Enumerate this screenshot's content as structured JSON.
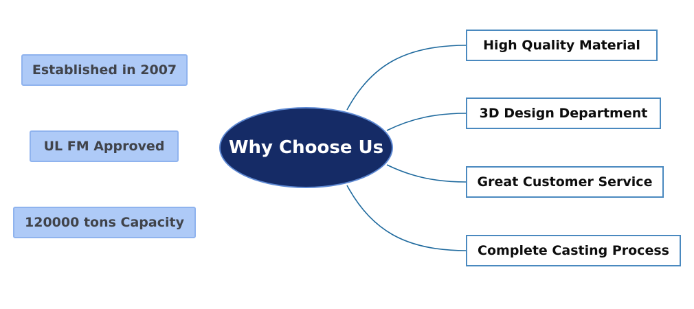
{
  "center": {
    "label": "Why Choose Us",
    "fill": "#152b66",
    "border": "#5d88d2"
  },
  "left_items": [
    {
      "label": "Established in 2007"
    },
    {
      "label": "UL FM Approved"
    },
    {
      "label": "120000 tons Capacity"
    }
  ],
  "right_items": [
    {
      "label": "High Quality Material"
    },
    {
      "label": "3D Design Department"
    },
    {
      "label": "Great Customer Service"
    },
    {
      "label": "Complete Casting Process"
    }
  ],
  "colors": {
    "connector": "#1f6a9e",
    "left_box_fill": "#aecaf7",
    "right_box_border": "#4a89bf"
  }
}
